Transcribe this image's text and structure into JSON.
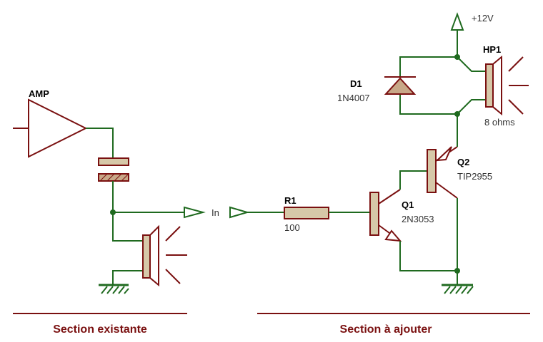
{
  "labels": {
    "amp": "AMP",
    "in": "In",
    "r1_name": "R1",
    "r1_value": "100",
    "q1_name": "Q1",
    "q1_part": "2N3053",
    "q2_name": "Q2",
    "q2_part": "TIP2955",
    "d1_name": "D1",
    "d1_part": "1N4007",
    "hp1_name": "HP1",
    "hp1_value": "8 ohms",
    "supply": "+12V"
  },
  "sections": {
    "existing": "Section existante",
    "to_add": "Section à ajouter"
  },
  "colors": {
    "wire": "#1f6a1f",
    "symbol": "#7a1010",
    "body_fill": "#d6c8a8",
    "section_text": "#7a1010"
  }
}
